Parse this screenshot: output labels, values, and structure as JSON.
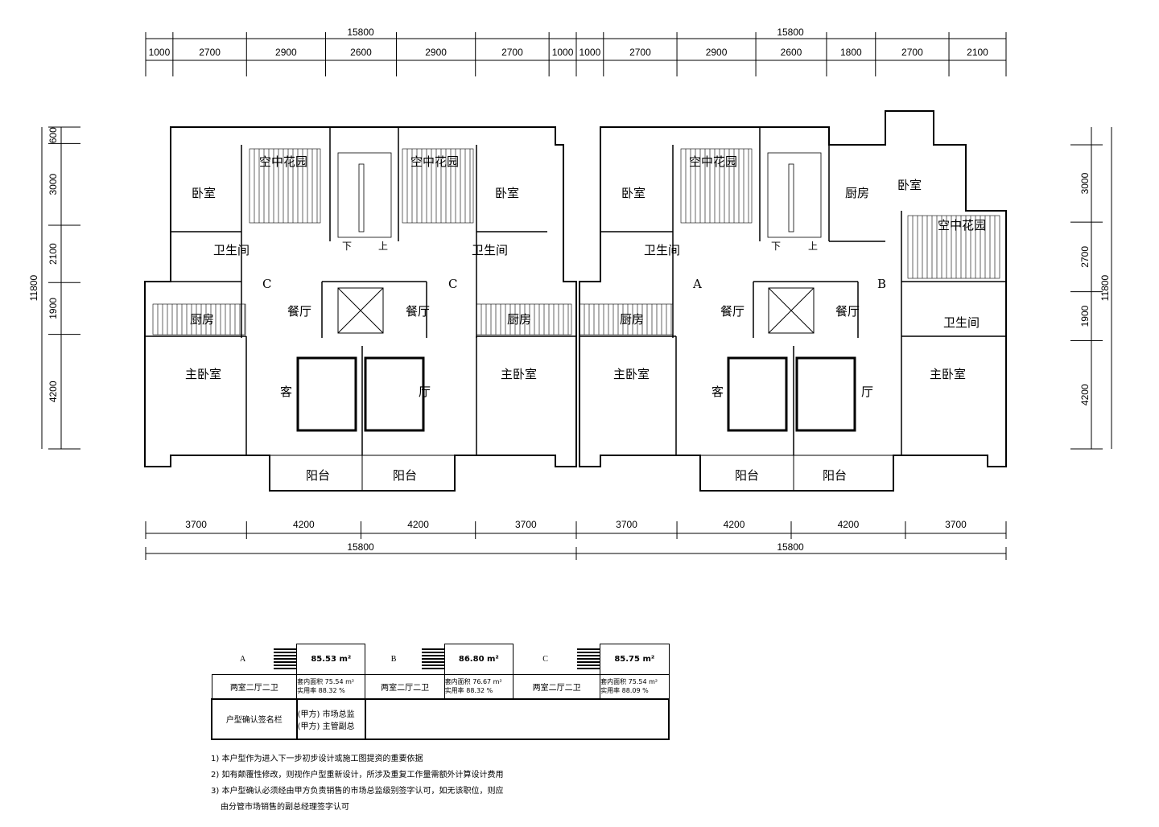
{
  "dimensions": {
    "top_totals": [
      "15800",
      "15800"
    ],
    "top_segments_left": [
      "1000",
      "2700",
      "2900",
      "2600",
      "2900",
      "2700",
      "1000"
    ],
    "top_segments_right": [
      "1000",
      "2700",
      "2900",
      "2600",
      "1800",
      "2700",
      "2100"
    ],
    "bottom_segments_left": [
      "3700",
      "4200",
      "4200",
      "3700"
    ],
    "bottom_segments_right": [
      "3700",
      "4200",
      "4200",
      "3700"
    ],
    "bottom_totals": [
      "15800",
      "15800"
    ],
    "left_side": [
      "600",
      "3000",
      "2100",
      "1900",
      "4200"
    ],
    "left_total": "11800",
    "right_side": [
      "3000",
      "2700",
      "1900",
      "4200"
    ],
    "right_total": "11800"
  },
  "rooms": {
    "bedroom": "卧室",
    "garden": "空中花园",
    "bathroom": "卫生间",
    "kitchen": "厨房",
    "dining": "餐厅",
    "living_left": "客",
    "living_right": "厅",
    "master": "主卧室",
    "balcony": "阳台",
    "down": "下",
    "up": "上"
  },
  "unit_labels": [
    "C",
    "C",
    "A",
    "B"
  ],
  "units": [
    {
      "type": "A",
      "area": "85.53 m²",
      "layout": "两室二厅二卫",
      "inner_label": "套内面积",
      "inner_value": "75.54 m²",
      "rate_label": "实用率",
      "rate_value": "88.32 %"
    },
    {
      "type": "B",
      "area": "86.80 m²",
      "layout": "两室二厅二卫",
      "inner_label": "套内面积",
      "inner_value": "76.67 m²",
      "rate_label": "实用率",
      "rate_value": "88.32 %"
    },
    {
      "type": "C",
      "area": "85.75 m²",
      "layout": "两室二厅二卫",
      "inner_label": "套内面积",
      "inner_value": "75.54 m²",
      "rate_label": "实用率",
      "rate_value": "88.09 %"
    }
  ],
  "signature": {
    "label": "户型确认签名栏",
    "line1": "(甲方) 市场总监",
    "line2": "(甲方) 主管副总"
  },
  "notes": [
    "1) 本户型作为进入下一步初步设计或施工图提资的重要依据",
    "2) 如有颠覆性修改，则视作户型重新设计，所涉及重复工作量需额外计算设计费用",
    "3) 本户型确认必须经由甲方负责销售的市场总监级别签字认可，如无该职位，则应",
    "由分管市场销售的副总经理签字认可"
  ]
}
